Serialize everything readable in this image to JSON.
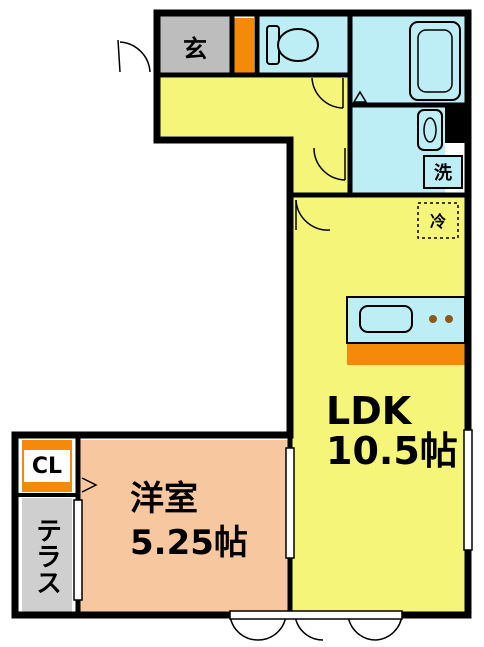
{
  "rooms": {
    "ldk": {
      "name": "LDK",
      "size": "10.5帖"
    },
    "western": {
      "name": "洋室",
      "size": "5.25帖"
    },
    "entrance": {
      "label": "玄"
    },
    "closet": {
      "label": "CL"
    },
    "terrace": {
      "label": "テラス"
    },
    "washer": {
      "label": "洗"
    },
    "fridge": {
      "label": "冷"
    }
  },
  "colors": {
    "ldk": "#f5f57a",
    "western": "#f7c8a0",
    "wet_area": "#bdeef5",
    "entrance": "#bdbdbd",
    "terrace": "#cfcfcf",
    "accent": "#f58a0a",
    "wall": "#000000"
  }
}
